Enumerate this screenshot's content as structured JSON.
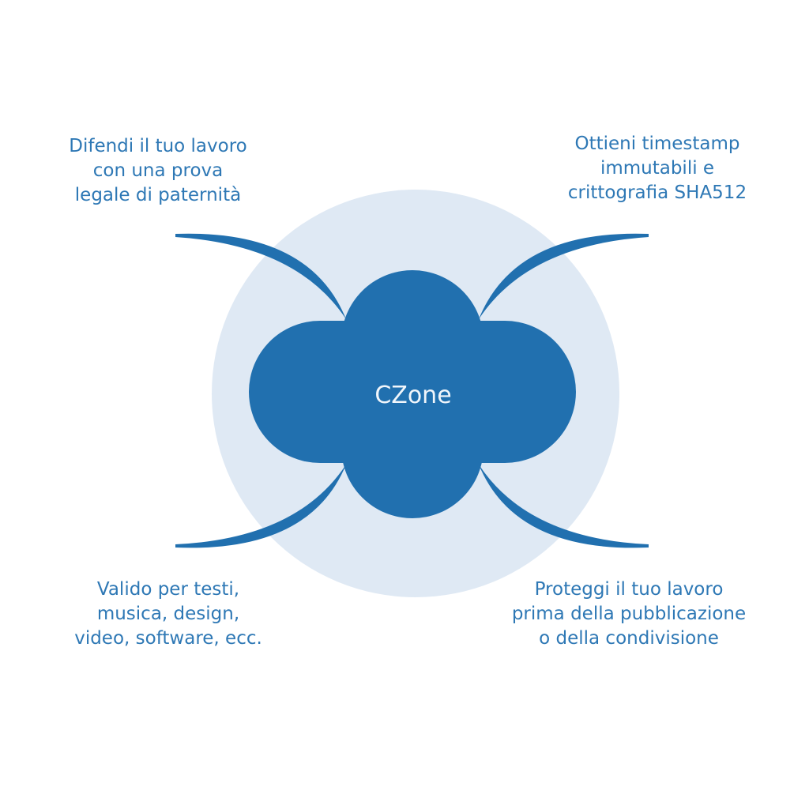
{
  "center": {
    "label": "CZone"
  },
  "callouts": [
    {
      "text": "Difendi il tuo lavoro\ncon una prova\nlegale di paternità"
    },
    {
      "text": "Ottieni timestamp\nimmutabili e\ncrittografia SHA512"
    },
    {
      "text": "Valido per testi,\nmusica, design,\nvideo, software, ecc."
    },
    {
      "text": "Proteggi il tuo lavoro\nprima della pubblicazione\no della condivisione"
    }
  ],
  "colors": {
    "background": "#ffffff",
    "halo": "#dfe9f4",
    "cloud": "#2170af",
    "arc": "#2170af",
    "text": "#2e78b5",
    "center_text": "#f1f6fb"
  }
}
